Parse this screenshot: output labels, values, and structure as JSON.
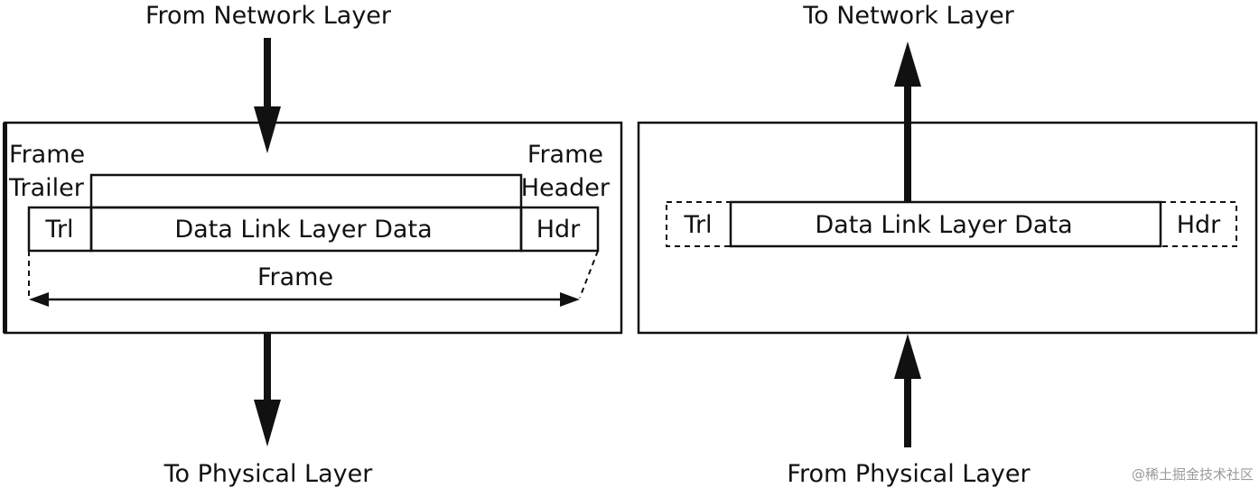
{
  "sending": {
    "top_label": "From Network Layer",
    "bottom_label": "To Physical Layer",
    "frame_trailer_label": [
      "Frame",
      "Trailer"
    ],
    "frame_header_label": [
      "Frame",
      "Header"
    ],
    "trl_label": "Trl",
    "data_label": "Data Link Layer Data",
    "hdr_label": "Hdr",
    "frame_label": "Frame"
  },
  "receiving": {
    "top_label": "To Network Layer",
    "bottom_label": "From Physical Layer",
    "trl_label": "Trl",
    "data_label": "Data Link Layer Data",
    "hdr_label": "Hdr"
  },
  "watermark": "@稀土掘金技术社区"
}
